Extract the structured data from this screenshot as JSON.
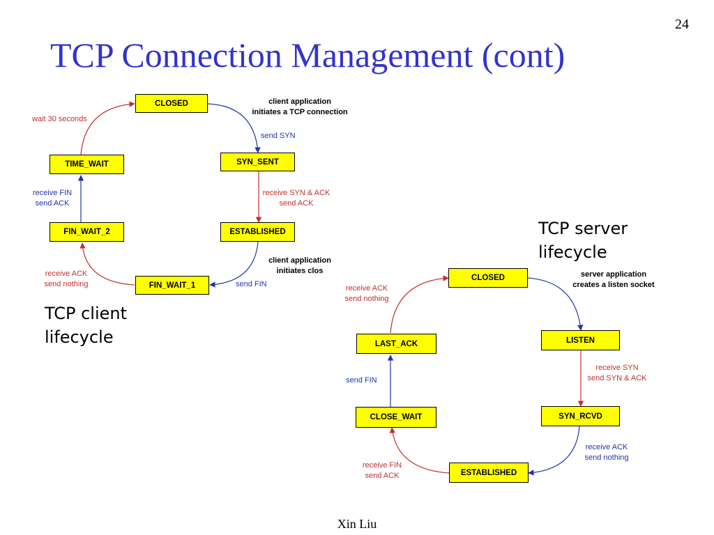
{
  "slide_number": "24",
  "title": "TCP Connection Management (cont)",
  "footer": "Xin Liu",
  "client": {
    "caption_line1": "TCP client",
    "caption_line2": "lifecycle",
    "states": {
      "closed": "CLOSED",
      "syn_sent": "SYN_SENT",
      "established": "ESTABLISHED",
      "fin_wait_1": "FIN_WAIT_1",
      "fin_wait_2": "FIN_WAIT_2",
      "time_wait": "TIME_WAIT"
    },
    "transitions": {
      "closed_to_syn_sent_event_1": "client application",
      "closed_to_syn_sent_event_2": "initiates a TCP connection",
      "closed_to_syn_sent_action": "send SYN",
      "syn_sent_to_established_1": "receive SYN & ACK",
      "syn_sent_to_established_2": "send ACK",
      "established_to_fin_wait_1_event_1": "client application",
      "established_to_fin_wait_1_event_2": "initiates clos",
      "established_to_fin_wait_1_action": "send FIN",
      "fin_wait_1_to_fin_wait_2_1": "receive  ACK",
      "fin_wait_1_to_fin_wait_2_2": "send nothing",
      "fin_wait_2_to_time_wait_1": "receive FIN",
      "fin_wait_2_to_time_wait_2": "send ACK",
      "time_wait_to_closed": "wait 30 seconds"
    }
  },
  "server": {
    "caption_line1": "TCP server",
    "caption_line2": "lifecycle",
    "states": {
      "closed": "CLOSED",
      "listen": "LISTEN",
      "syn_rcvd": "SYN_RCVD",
      "established": "ESTABLISHED",
      "close_wait": "CLOSE_WAIT",
      "last_ack": "LAST_ACK"
    },
    "transitions": {
      "closed_to_listen_1": "server application",
      "closed_to_listen_2": "creates a listen socket",
      "listen_to_syn_rcvd_1": "receive SYN",
      "listen_to_syn_rcvd_2": "send SYN & ACK",
      "syn_rcvd_to_established_1": "receive  ACK",
      "syn_rcvd_to_established_2": "send nothing",
      "established_to_close_wait_1": "receive FIN",
      "established_to_close_wait_2": "send ACK",
      "close_wait_to_last_ack": "send FIN",
      "last_ack_to_closed_1": "receive  ACK",
      "last_ack_to_closed_2": "send nothing"
    }
  },
  "colors": {
    "title": "#3333cc",
    "state_fill": "#ffff00",
    "arrow_blue": "#2233aa",
    "arrow_red": "#c03030"
  }
}
